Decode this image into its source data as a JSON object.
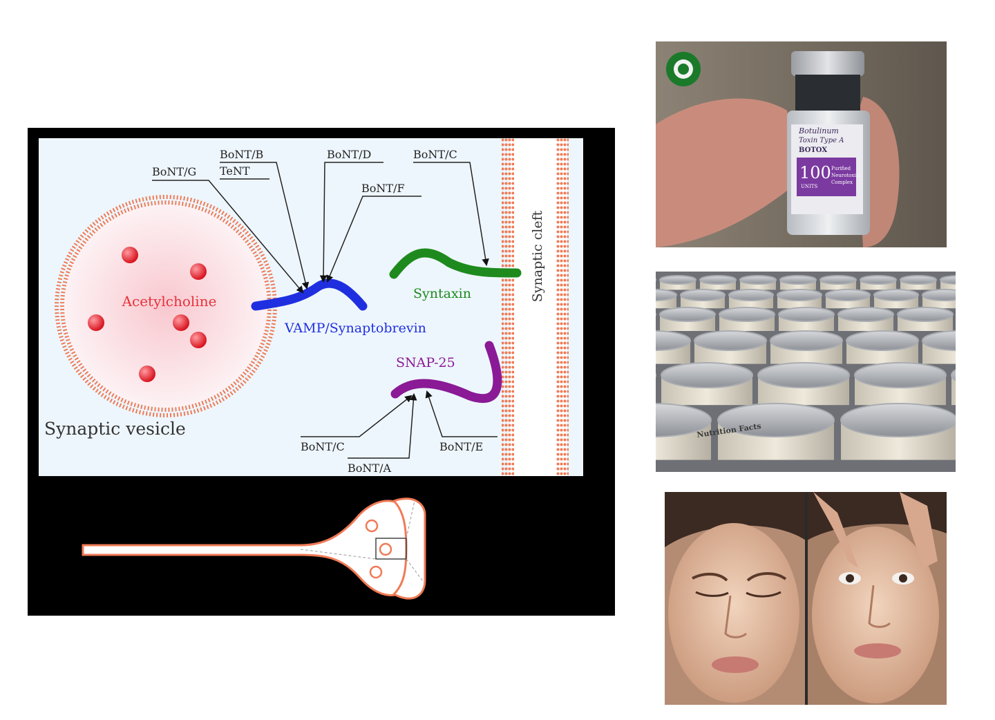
{
  "diagram": {
    "vesicle_label": "Synaptic vesicle",
    "cleft_label": "Synaptic cleft",
    "acetylcholine_label": "Acetylcholine",
    "proteins": {
      "vamp": "VAMP/Synaptobrevin",
      "syntaxin": "Syntaxin",
      "snap25": "SNAP-25"
    },
    "toxins": {
      "bont_g": "BoNT/G",
      "bont_b": "BoNT/B",
      "tent": "TeNT",
      "bont_d": "BoNT/D",
      "bont_f": "BoNT/F",
      "bont_c_top": "BoNT/C",
      "bont_c_bottom": "BoNT/C",
      "bont_a": "BoNT/A",
      "bont_e": "BoNT/E"
    },
    "colors": {
      "vamp": "#1f2fe0",
      "syntaxin": "#1e8a1e",
      "snap25": "#8a1a95",
      "membrane": "#f07a55",
      "acetylcholine": "#e8303a",
      "background": "#eef6fd"
    }
  },
  "vial": {
    "label_line1": "Botulinum",
    "label_line2": "Toxin Type A",
    "brand": "BOTOX",
    "units_number": "100",
    "units_word": "UNITS",
    "detail1": "Purified",
    "detail2": "Neurotoxin",
    "detail3": "Complex"
  },
  "cans": {
    "label": "Nutrition Facts"
  }
}
